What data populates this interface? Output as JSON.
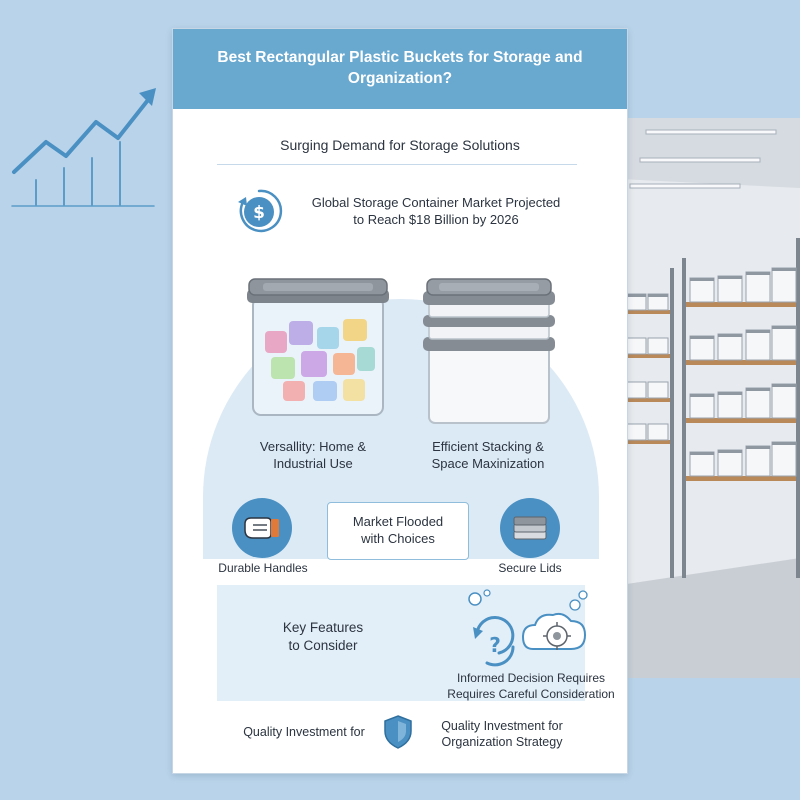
{
  "header": {
    "title": "Best Rectangular Plastic Buckets for Storage and Organization?"
  },
  "section": {
    "heading": "Surging Demand for Storage Solutions"
  },
  "market": {
    "line1": "Global Storage Container Market Projected",
    "line2": "to Reach $18 Billion by 2026",
    "icon": "dollar-icon"
  },
  "features": {
    "versatility": {
      "line1": "Versallity: Home &",
      "line2": "Industrial Use"
    },
    "stacking": {
      "line1": "Efficient Stacking &",
      "line2": "Space Maxinization"
    },
    "handles": "Durable Handles",
    "lids": "Secure Lids",
    "choices": {
      "line1": "Market Flooded",
      "line2": "with Choices"
    }
  },
  "key_features": {
    "line1": "Key Features",
    "line2": "to Consider",
    "decision": {
      "line1": "Informed Decision Requires",
      "line2": "Requires Careful Consideration"
    }
  },
  "footer": {
    "left": "Quality Investment for",
    "right": {
      "line1": "Quality Investment for",
      "line2": "Organization Strategy"
    }
  },
  "colors": {
    "background": "#b9d3ea",
    "header": "#69a8cf",
    "accent": "#4a90c2",
    "panel": "#e2eef8"
  }
}
